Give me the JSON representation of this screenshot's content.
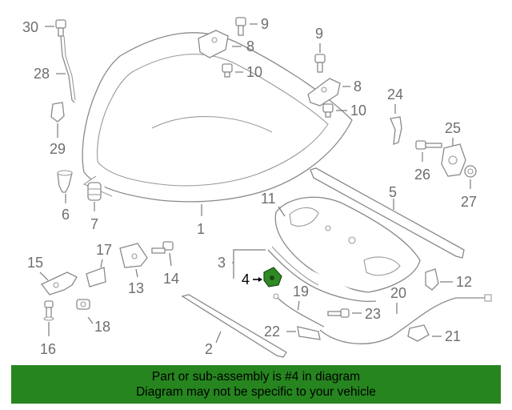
{
  "highlight_color": "#2f8a24",
  "banner": {
    "background": "#26851f",
    "line1": "Part or sub-assembly is #4 in diagram",
    "line2": "Diagram may not be specific to your vehicle"
  },
  "callouts": {
    "c30": "30",
    "c9a": "9",
    "c8a": "8",
    "c10a": "10",
    "c28": "28",
    "c29": "29",
    "c9b": "9",
    "c8b": "8",
    "c10b": "10",
    "c24": "24",
    "c25": "25",
    "c26": "26",
    "c27": "27",
    "c6": "6",
    "c7": "7",
    "c1": "1",
    "c11": "11",
    "c5": "5",
    "c3": "3",
    "c4": "4",
    "c12": "12",
    "c15": "15",
    "c17": "17",
    "c13": "13",
    "c14": "14",
    "c16": "16",
    "c18": "18",
    "c19": "19",
    "c20": "20",
    "c23": "23",
    "c22": "22",
    "c21": "21",
    "c2": "2"
  }
}
